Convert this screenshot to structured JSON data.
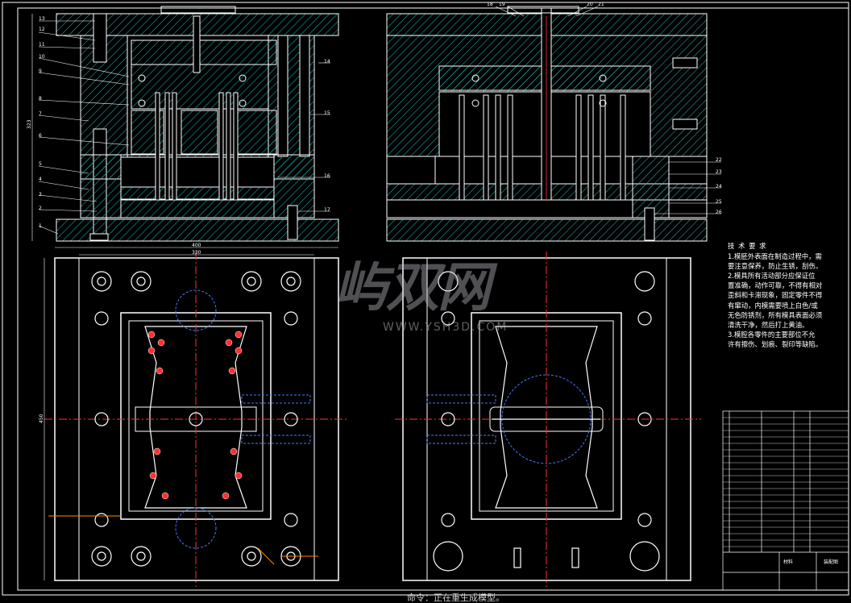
{
  "drawing": {
    "top_view_labels": [
      "1",
      "2",
      "3",
      "4",
      "5",
      "6",
      "7",
      "8",
      "9",
      "10",
      "11",
      "12",
      "13"
    ],
    "right_labels_a": [
      "14",
      "15",
      "16",
      "17"
    ],
    "right_labels_b": [
      "22",
      "23",
      "24",
      "25",
      "26"
    ],
    "top_labels_b": [
      "18",
      "19",
      "20",
      "21"
    ],
    "dim_400": "400",
    "dim_330": "330",
    "dim_side": "323",
    "dim_vert": "450"
  },
  "tech_notes": {
    "title": "技 术 要 求",
    "lines": [
      "1.模胚外表面在制造过程中，需",
      "要注意保养，防止生锈，刮伤。",
      "2.模具所有活动部分应保证位",
      "置准确，动作可靠，不得有相对",
      "歪斜和卡滞现象，固定零件不得",
      "有窜动，内模需要喷上白色/或",
      "无色防锈剂，所有模具表面必须",
      "清洗干净，然后打上黄油。",
      "3.模腔各零件的主要部位不允",
      "许有擦伤、划痕、裂印等缺陷。"
    ]
  },
  "title_block": {
    "material_label": "材料",
    "drawing_name": "装配图"
  },
  "watermark": {
    "logo_text": "屿双网",
    "url": "WWW.YSH3D.COM"
  },
  "command_line": "命令：正在重生成模型。",
  "colors": {
    "background": "#000000",
    "line": "#ffffff",
    "hatch": "#1fb3b3",
    "hidden": "#4a78ff",
    "center": "#ff3030",
    "yellow": "#ffd400",
    "orange": "#ff8a00"
  }
}
